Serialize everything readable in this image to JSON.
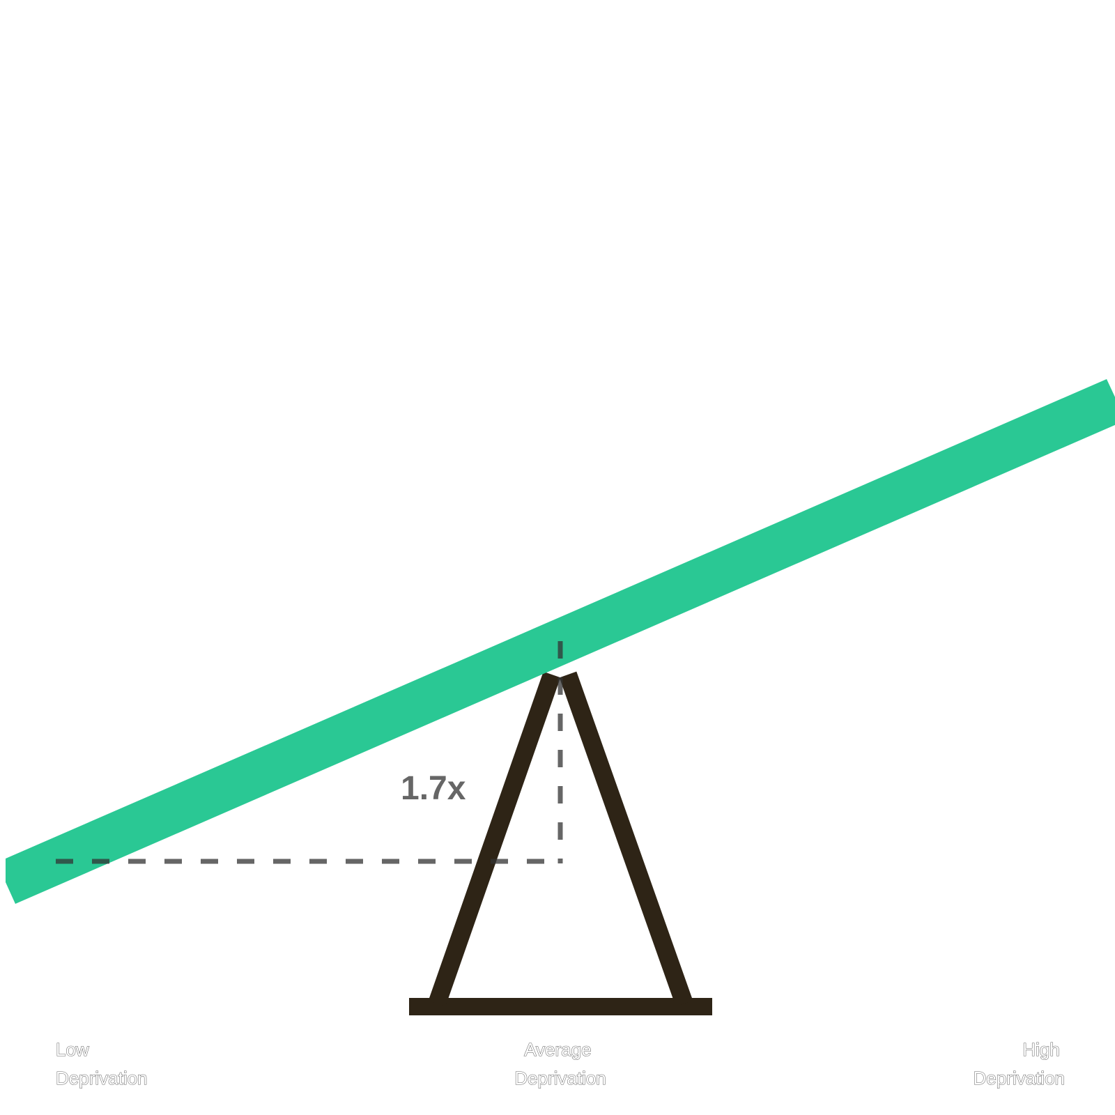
{
  "diagram": {
    "ratio_label": "1.7x",
    "labels": {
      "low": [
        "Low",
        "Deprivation"
      ],
      "average": [
        "Average",
        "Deprivation"
      ],
      "high": [
        "High",
        "Deprivation"
      ]
    },
    "colors": {
      "plank": "#2ac894",
      "fulcrum": "#2e2416",
      "guide": "#666666",
      "label_outline": "#666666",
      "background": "#ffffff"
    }
  }
}
